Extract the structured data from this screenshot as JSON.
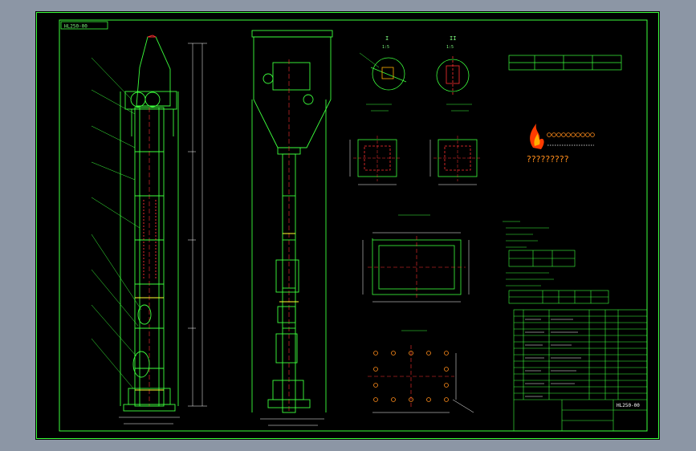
{
  "window": {
    "background_color": "#8c96a5",
    "canvas_color": "#000000"
  },
  "drawing": {
    "frame_color": "#3cff3c",
    "title_tag": "HL250-00",
    "view_labels": {
      "detail_1": "I",
      "detail_1_sub": "1:5",
      "detail_2": "II",
      "detail_2_sub": "1:5"
    },
    "logo_text": "?????????",
    "logo_colors": [
      "#ff3b00",
      "#ffb000",
      "#ffffff"
    ],
    "drawing_number": "HL250-00",
    "section_cut_color": "#ff2020",
    "dimension_color": "#ffffff",
    "accent_yellow": "#ffff30"
  }
}
